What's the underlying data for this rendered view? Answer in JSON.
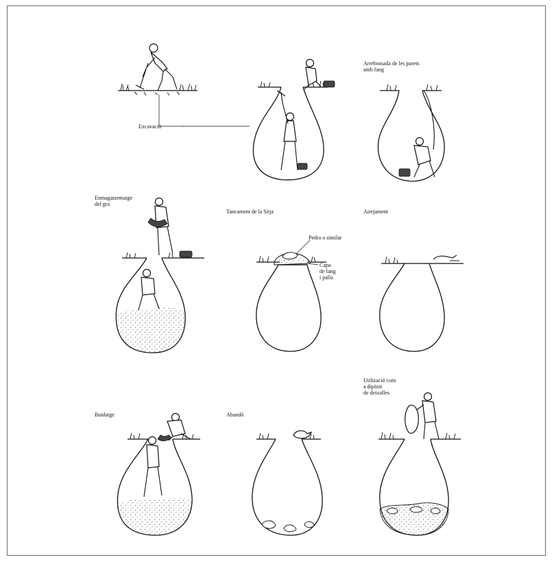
{
  "labels": {
    "excavacio": "Excavació",
    "arrebossada": "Arrebossada de les parets\namb fang",
    "enmagatzematge": "Enmagatzematge\ndel gra",
    "tancament": "Tancament de la Sitja",
    "pedra": "Pedra o similar",
    "capa": "Capa\nde fang\ni palla",
    "airejament": "Airejament",
    "buidatge": "Buidatge",
    "abando": "Abandó",
    "utilitzacio": "Utilizació com\na dipòsit\nde deixalles"
  },
  "colors": {
    "ink": "#111111",
    "frame": "#6a6a6a",
    "fill_dots": "#222222"
  },
  "icons": [
    "worker-figure-icon",
    "basket-icon",
    "pickaxe-icon",
    "jar-icon",
    "bird-icon"
  ]
}
